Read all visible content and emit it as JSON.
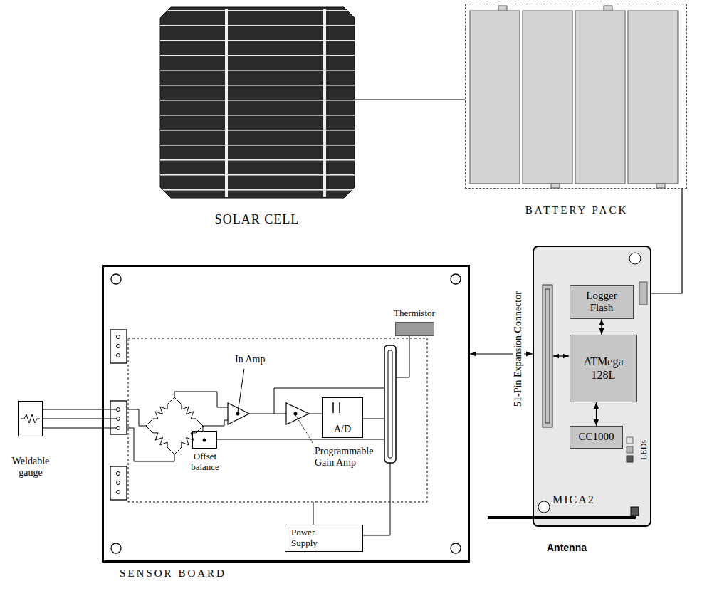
{
  "diagram": {
    "nodes": [
      {
        "text": [
          "SOLAR CELL"
        ]
      },
      {
        "text": [
          "BATTERY PACK"
        ]
      },
      {
        "text": [
          "SENSOR BOARD"
        ]
      },
      {
        "text": [
          "Thermistor"
        ],
        "in": 2
      },
      {
        "text": [
          "Offset balance"
        ],
        "in": 2
      },
      {
        "text": [
          "A/D"
        ],
        "in": 2
      },
      {
        "text": [
          "Power Supply"
        ],
        "in": 2
      },
      {
        "text": [
          "Weldable gauge"
        ]
      },
      {
        "text": [
          "MICA2"
        ]
      },
      {
        "text": [
          "Logger Flash"
        ],
        "in": 8
      },
      {
        "text": [
          "ATMega 128L"
        ],
        "in": 8
      },
      {
        "text": [
          "CC1000"
        ],
        "in": 8
      }
    ],
    "edges": [
      {
        "from": 0,
        "to": 1,
        "arrow": "none"
      },
      {
        "from": 1,
        "to": 8,
        "arrow": "none"
      },
      {
        "from": 2,
        "to": 8,
        "arrow": "both"
      },
      {
        "from": 9,
        "to": 10,
        "arrow": "both"
      },
      {
        "from": 10,
        "to": 11,
        "arrow": "both"
      }
    ],
    "labels": [
      "In Amp",
      "Programmable Gain Amp",
      "51-Pin Expansion Connector",
      "LEDs",
      "Antenna"
    ]
  }
}
